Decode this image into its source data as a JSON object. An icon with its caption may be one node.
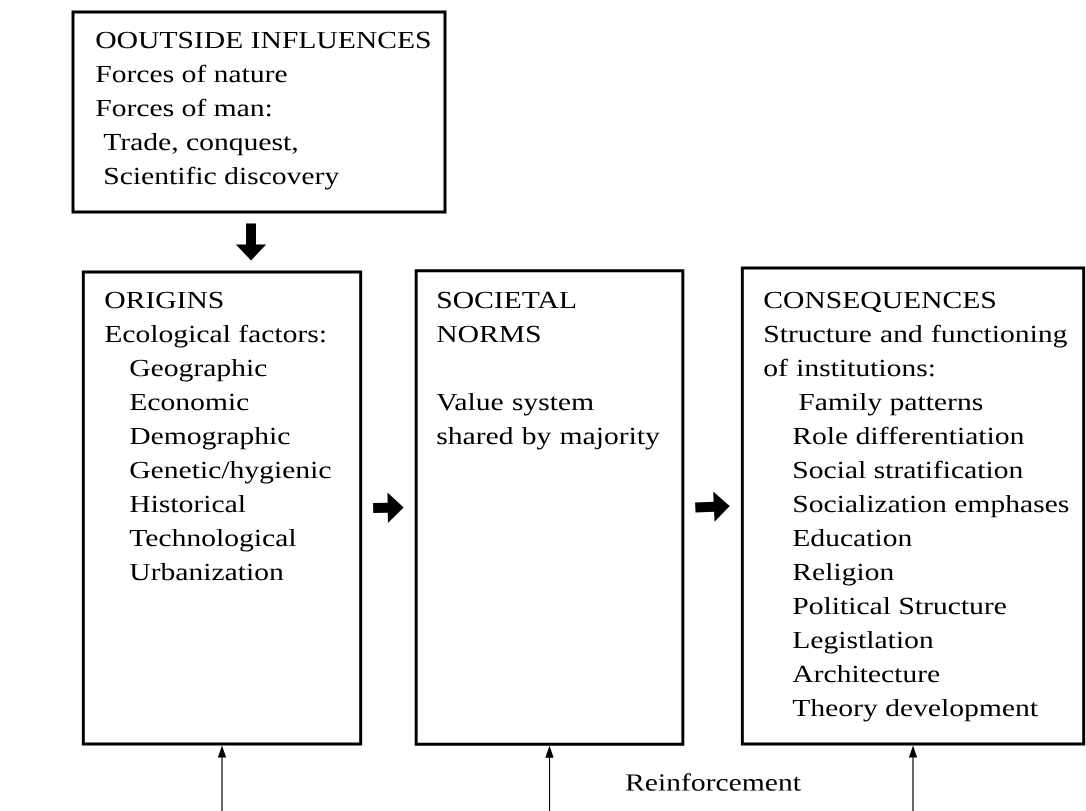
{
  "diagram": {
    "nodes": [
      {
        "text": [
          "OOUTSIDE INFLUENCES",
          "Forces of nature",
          "Forces of man:",
          "Trade, conquest,",
          "Scientific discovery"
        ]
      },
      {
        "text": [
          "ORIGINS",
          "Ecological factors:",
          "Geographic",
          "Economic",
          "Demographic",
          "Genetic/hygienic",
          "Historical",
          "Technological",
          "Urbanization"
        ]
      },
      {
        "text": [
          "SOCIETAL NORMS",
          "Value system shared by majority"
        ]
      },
      {
        "text": [
          "CONSEQUENCES",
          "Structure and functioning of institutions:",
          "Family patterns",
          "Role differentiation",
          "Social stratification",
          "Socialization emphases",
          "Education",
          "Religion",
          "Political Structure",
          "Legistlation",
          "Architecture",
          "Theory development"
        ]
      }
    ],
    "edges": [
      {
        "from": 0,
        "to": 1,
        "arrow": "to",
        "style": "thick"
      },
      {
        "from": 1,
        "to": 2,
        "arrow": "to",
        "style": "thick"
      },
      {
        "from": 2,
        "to": 3,
        "arrow": "to",
        "style": "thick"
      },
      {
        "from": null,
        "to": 1,
        "arrow": "to"
      },
      {
        "from": null,
        "to": 2,
        "arrow": "to"
      },
      {
        "from": null,
        "to": 3,
        "arrow": "to"
      }
    ],
    "labels": [
      "Reinforcement"
    ]
  }
}
